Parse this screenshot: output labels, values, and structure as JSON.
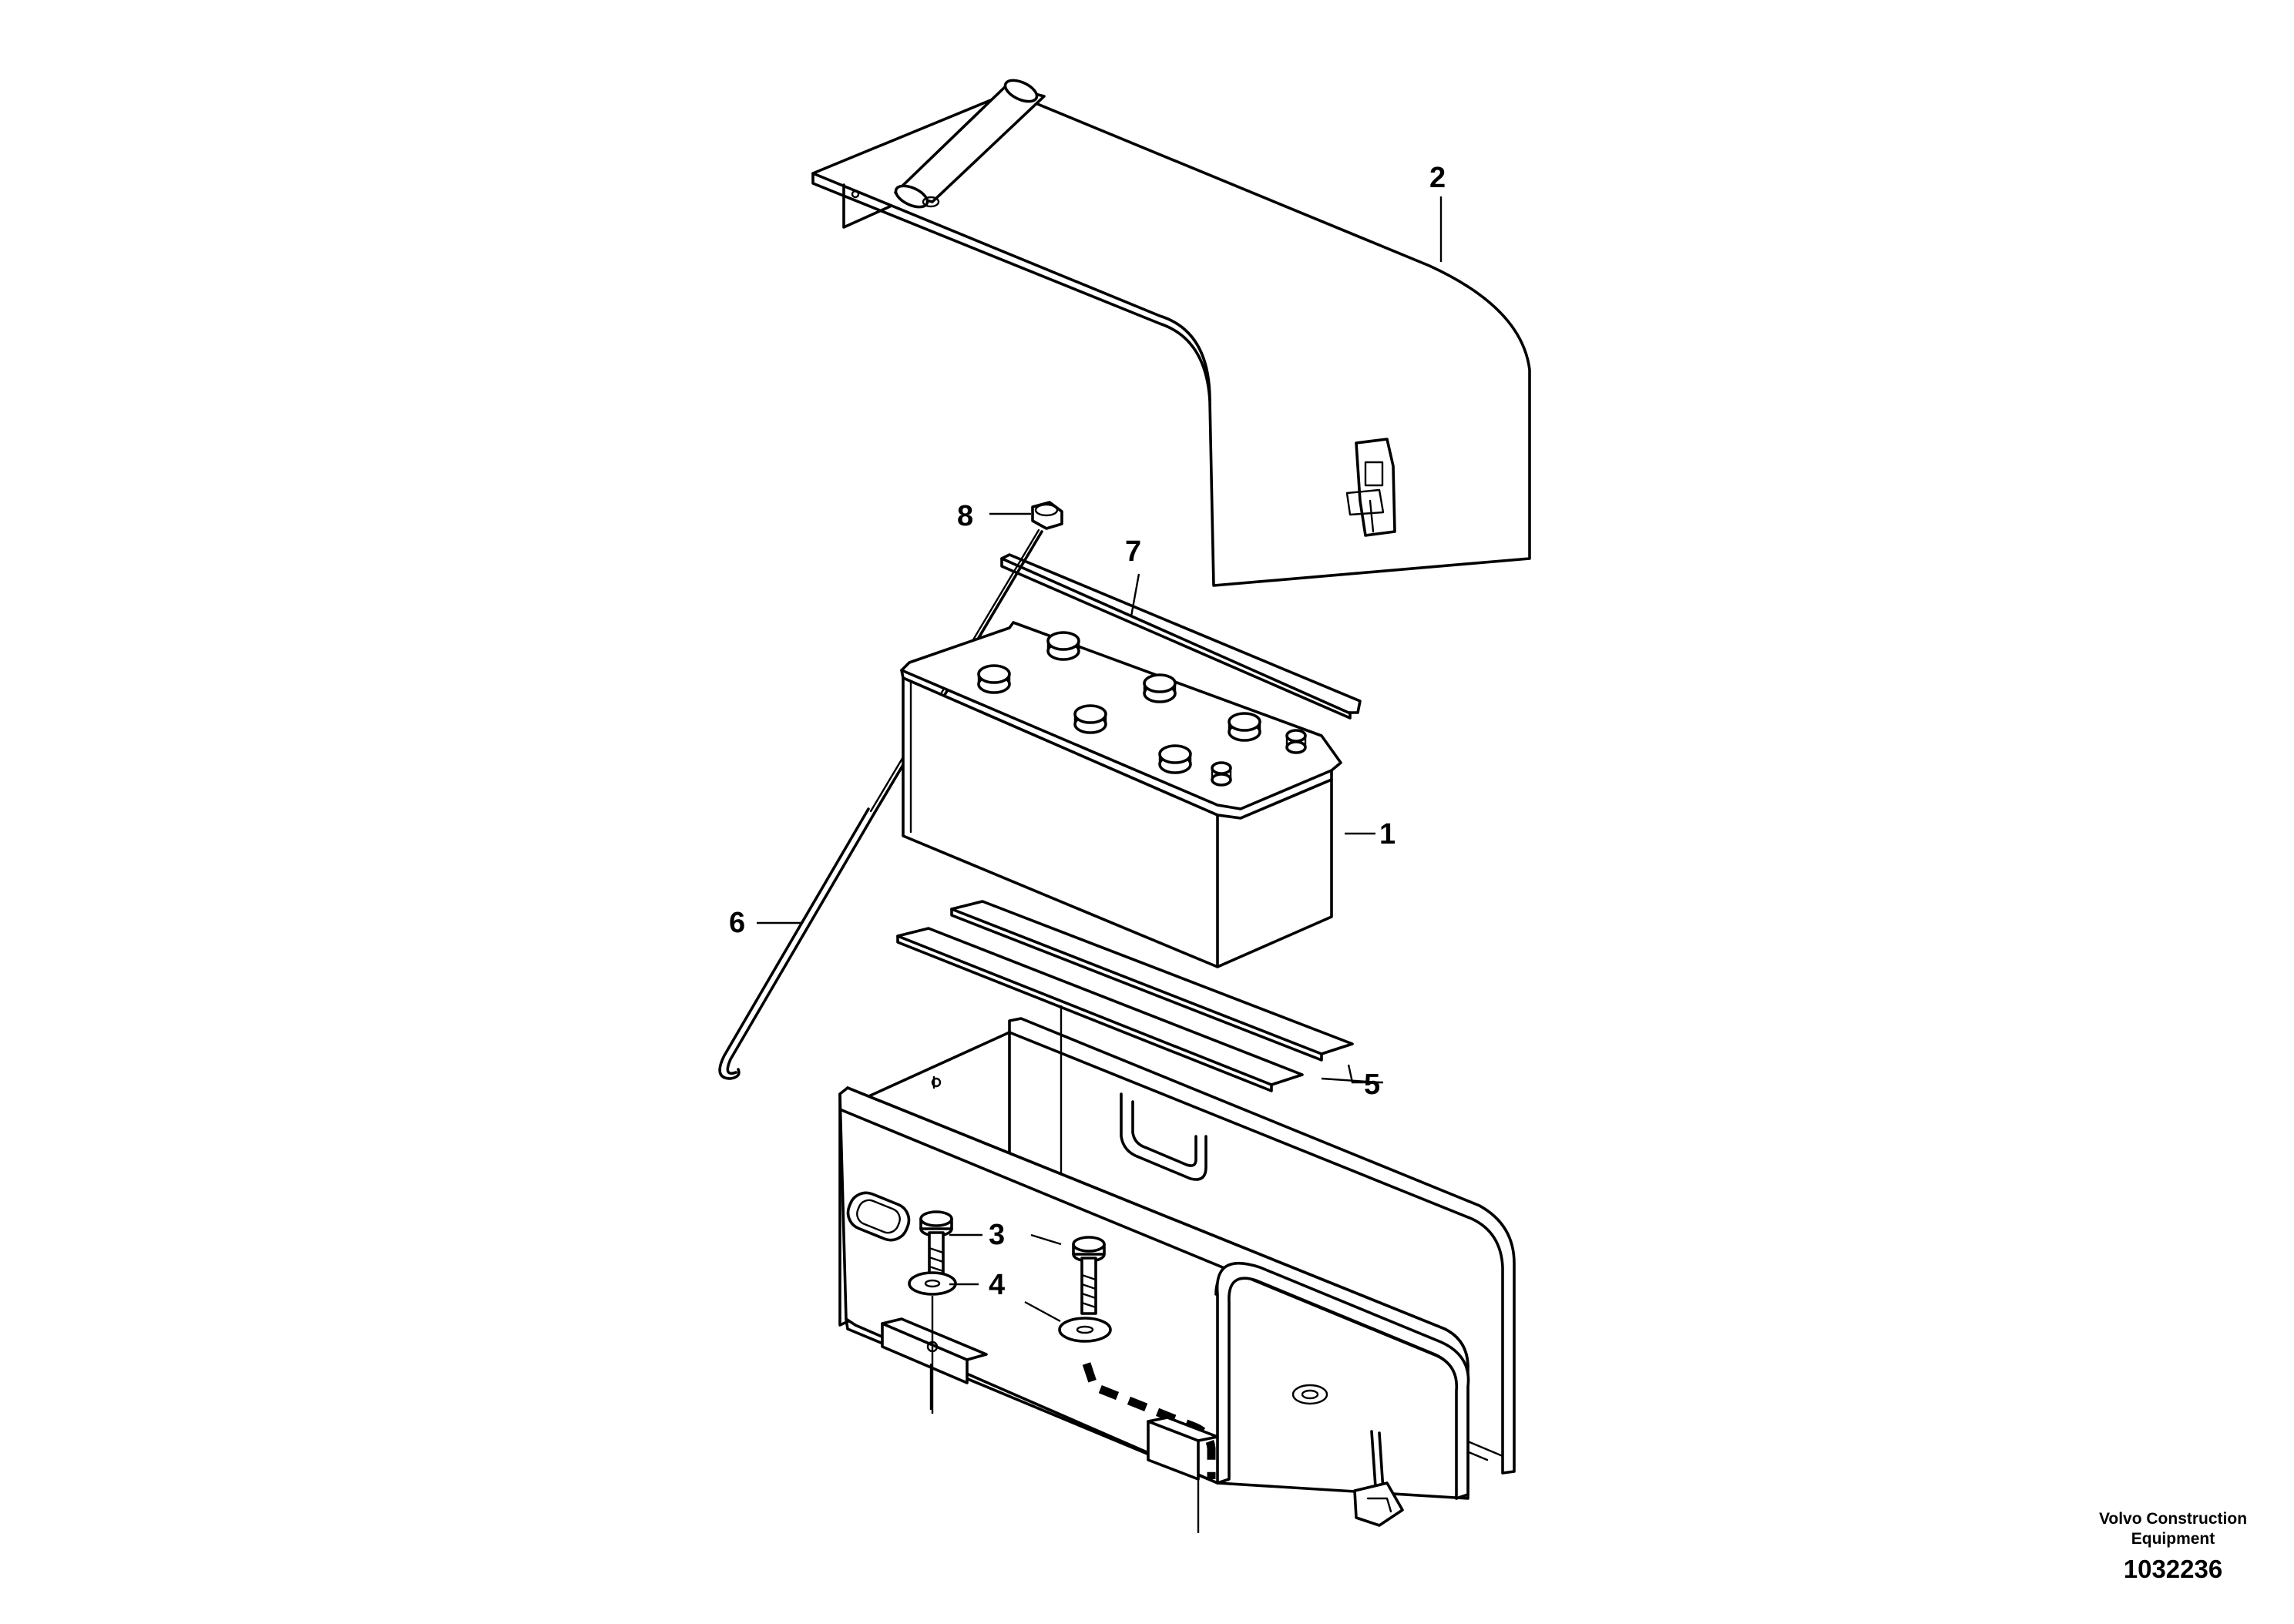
{
  "parts": [
    {
      "label": "1"
    },
    {
      "label": "2"
    },
    {
      "label": "3"
    },
    {
      "label": "4"
    },
    {
      "label": "5"
    },
    {
      "label": "6"
    },
    {
      "label": "7"
    },
    {
      "label": "8"
    }
  ],
  "footer": {
    "company_line1": "Volvo Construction",
    "company_line2": "Equipment",
    "drawing_number": "1032236"
  }
}
